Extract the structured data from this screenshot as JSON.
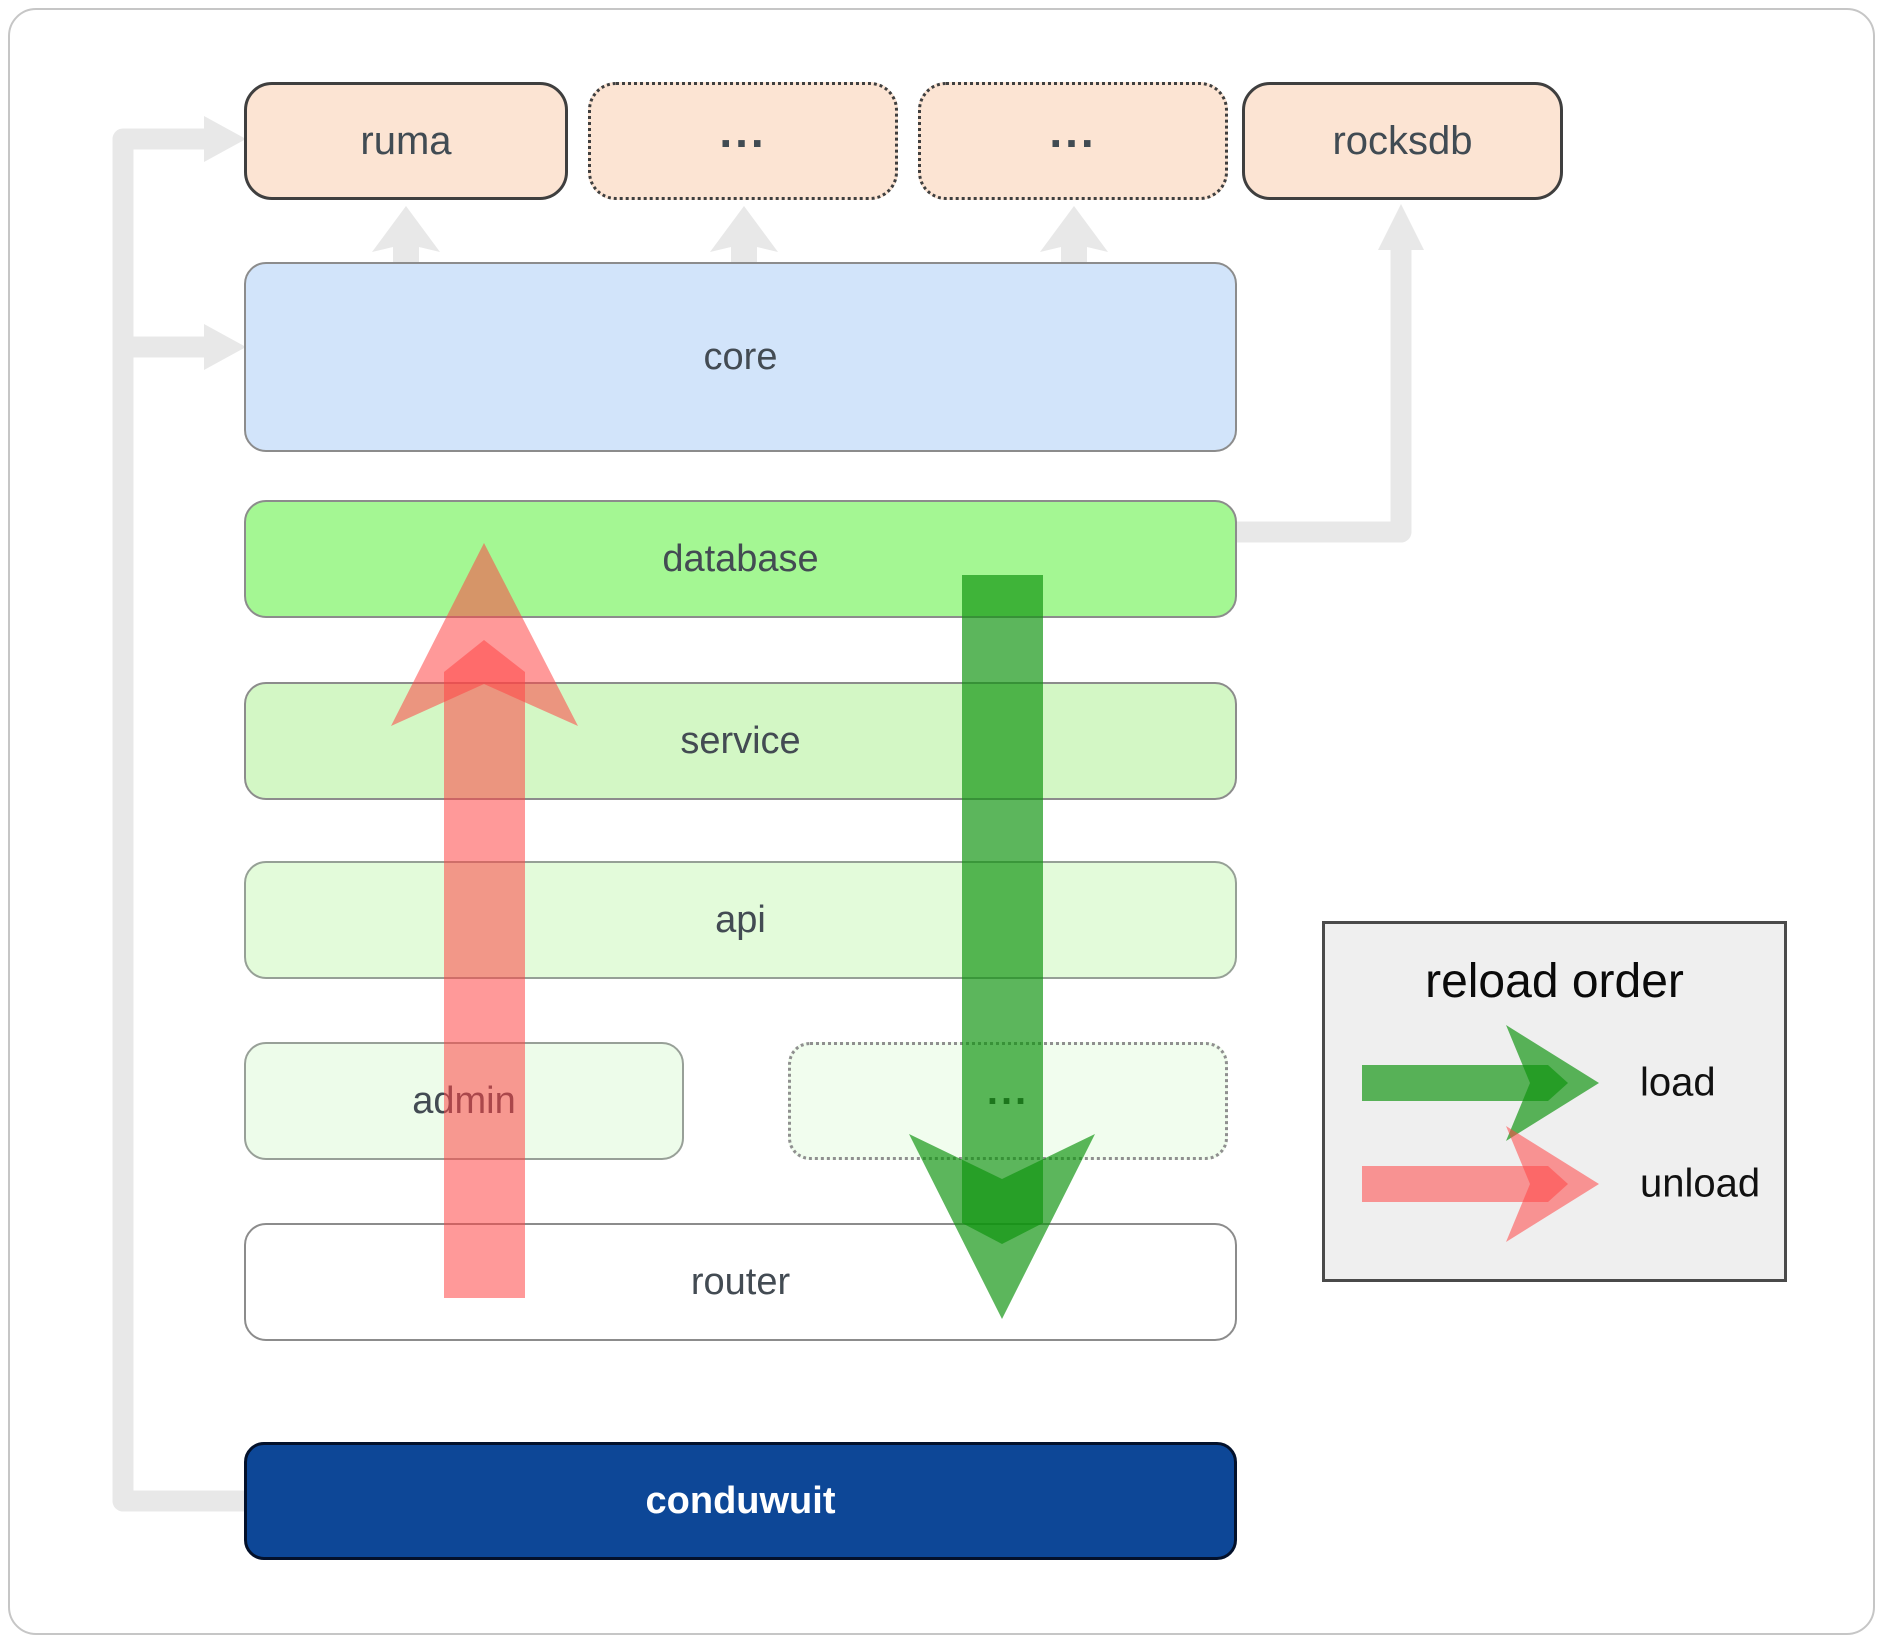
{
  "boxes": {
    "ruma": {
      "label": "ruma"
    },
    "ellipsis_top_1": {
      "label": "..."
    },
    "ellipsis_top_2": {
      "label": "..."
    },
    "rocksdb": {
      "label": "rocksdb"
    },
    "core": {
      "label": "core"
    },
    "database": {
      "label": "database"
    },
    "service": {
      "label": "service"
    },
    "api": {
      "label": "api"
    },
    "admin": {
      "label": "admin"
    },
    "ellipsis_bottom": {
      "label": "..."
    },
    "router": {
      "label": "router"
    },
    "conduwuit": {
      "label": "conduwuit"
    }
  },
  "legend": {
    "title": "reload order",
    "items": [
      {
        "label": "load",
        "icon": "load-arrow",
        "color": "#0f930f"
      },
      {
        "label": "unload",
        "icon": "unload-arrow",
        "color": "#ff4545"
      }
    ]
  },
  "colors": {
    "arrow_load": "#0f930f",
    "arrow_unload": "#ff4545",
    "connector": "#e8e8e8",
    "peach_fill": "#fce4d3",
    "core_fill": "#d2e4fa",
    "database_fill": "#a4f793",
    "service_fill": "#d3f7c5",
    "api_fill": "#e3fbda",
    "admin_fill": "#edfcea",
    "ellipsis_bottom_fill": "#f1fdee",
    "router_fill": "#ffffff",
    "conduwuit_fill": "#0d4797",
    "conduwuit_text": "#ffffff",
    "label_text": "#434b53",
    "legend_bg": "#efefef"
  }
}
